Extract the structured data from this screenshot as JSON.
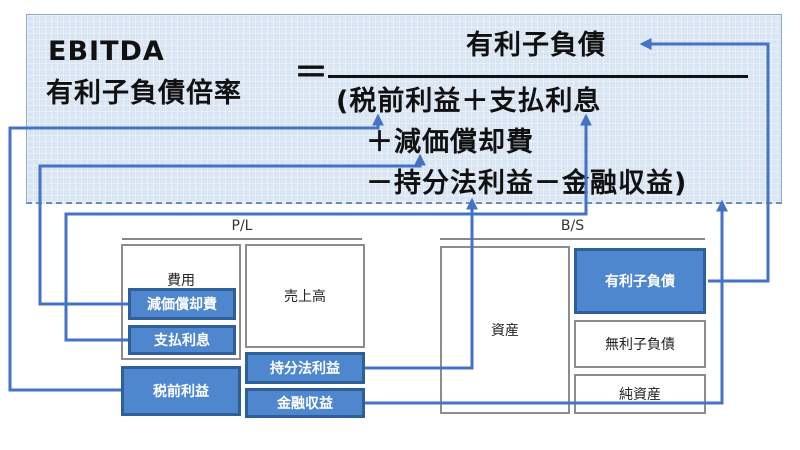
{
  "formula": {
    "lhs_line1": "EBITDA",
    "lhs_line2": "有利子負債倍率",
    "equals": "＝",
    "numerator": "有利子負債",
    "denominator_line1": "(税前利益＋支払利息",
    "denominator_line2": "＋減価償却費",
    "denominator_line3": "－持分法利益－金融収益)"
  },
  "pl": {
    "header": "P/L",
    "expense_label": "費用",
    "sales_label": "売上高",
    "items": {
      "depreciation": "減価償却費",
      "interest": "支払利息",
      "pretax_profit": "税前利益",
      "equity_method": "持分法利益",
      "financial_income": "金融収益"
    }
  },
  "bs": {
    "header": "B/S",
    "assets_label": "資産",
    "interest_bearing_debt": "有利子負債",
    "non_interest_debt": "無利子負債",
    "net_assets": "純資産"
  },
  "colors": {
    "accent_blue": "#4f87cf",
    "accent_blue_border": "#2f5f99",
    "connector": "#4472c4",
    "panel_bg": "#d9e5f2",
    "box_border": "#8c8c8c"
  }
}
